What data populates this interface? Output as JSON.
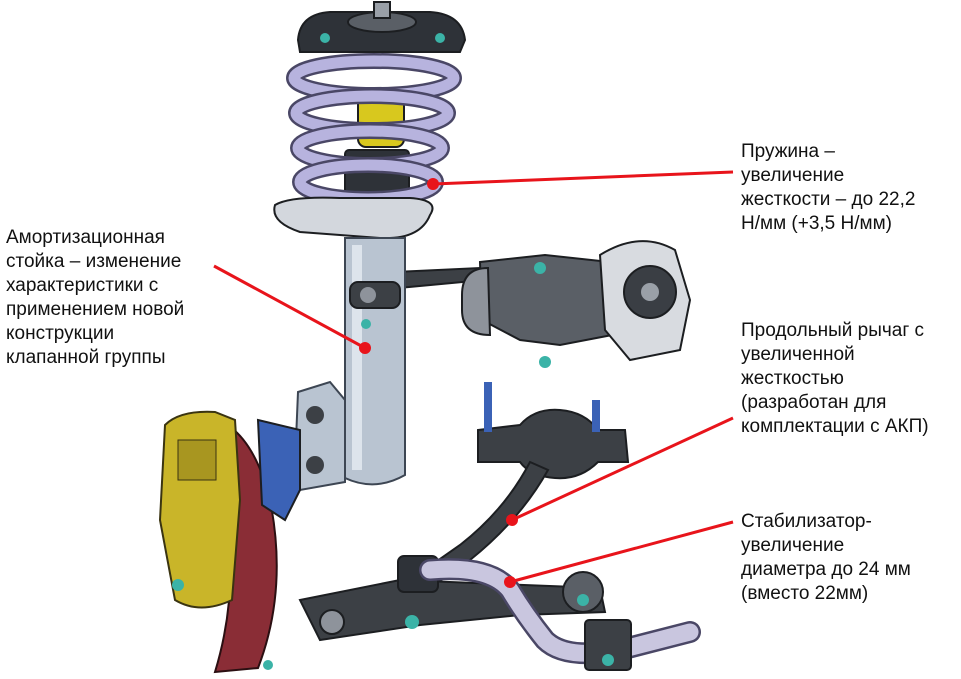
{
  "colors": {
    "leader_line": "#e8141b",
    "spring": "#b7b3de",
    "spring_edge": "#4a4766",
    "bump_stop": "#d8c81e",
    "strut_body": "#b9c4d1",
    "strut_edge": "#3d4653",
    "dark_parts": "#2e3238",
    "caliper": "#c9b529",
    "disc": "#8a2d36",
    "hub_blue": "#3b62b6",
    "fastener": "#3bb3a7",
    "arm_body": "#3c4045",
    "stabilizer": "#c9c6df"
  },
  "callouts": {
    "strut": {
      "lines": [
        "Амортизационная",
        "стойка – изменение",
        "характеристики с",
        "применением новой",
        "конструкции",
        "клапанной группы"
      ]
    },
    "spring": {
      "lines": [
        "Пружина –",
        "увеличение",
        "жесткости – до 22,2",
        "Н/мм (+3,5 Н/мм)"
      ]
    },
    "trailing_arm": {
      "lines": [
        "Продольный рычаг с",
        "увеличенной",
        "жесткостью",
        "(разработан для",
        "комплектации с АКП)"
      ]
    },
    "stabilizer": {
      "lines": [
        "Стабилизатор-",
        "увеличение",
        "диаметра до 24 мм",
        "(вместо 22мм)"
      ]
    }
  }
}
